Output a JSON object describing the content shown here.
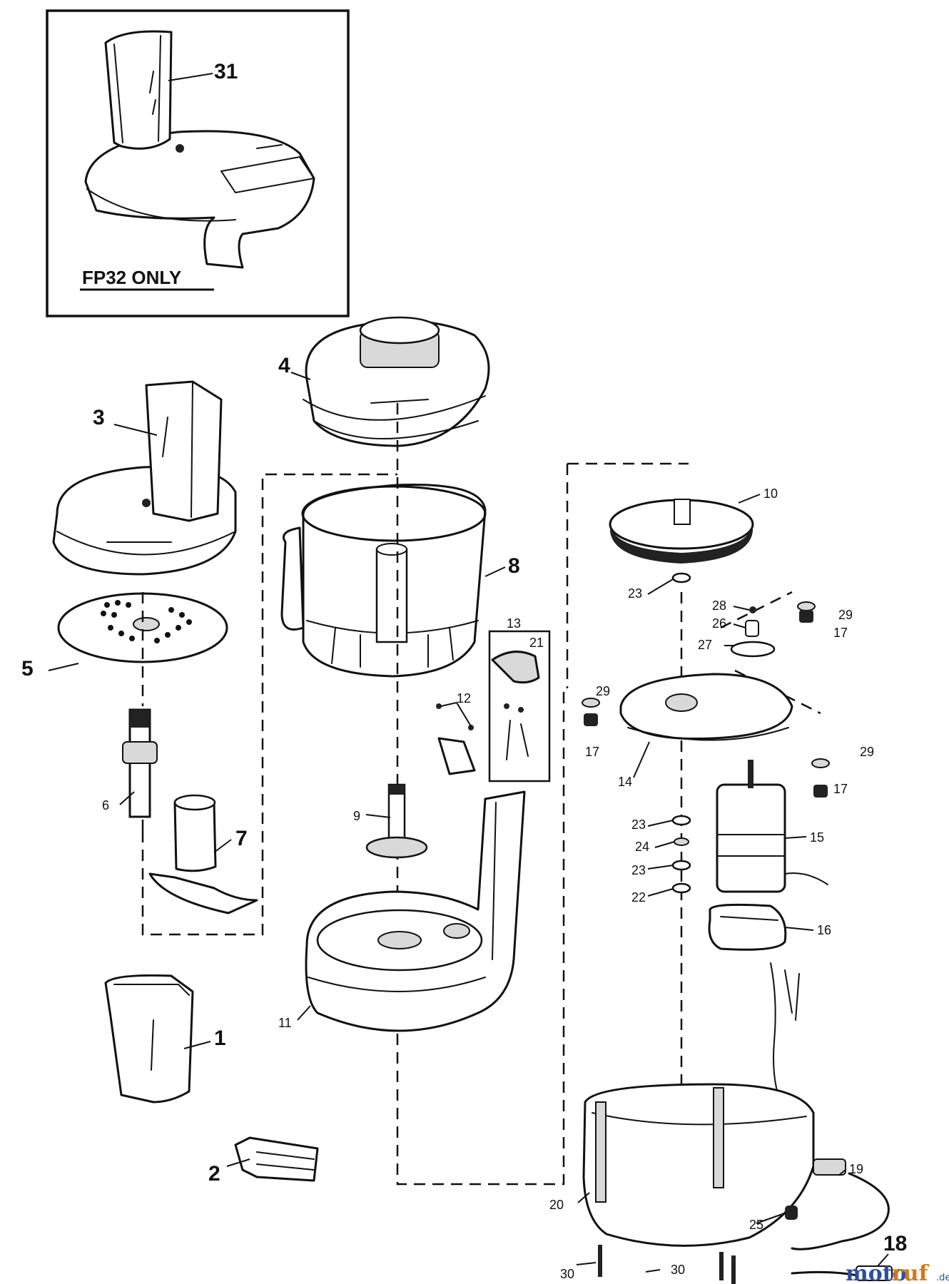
{
  "inset": {
    "label": "FP32 ONLY"
  },
  "callouts": {
    "c31": "31",
    "c4": "4",
    "c3": "3",
    "c8": "8",
    "c5": "5",
    "c6": "6",
    "c7": "7",
    "c1": "1",
    "c2": "2",
    "c9": "9",
    "c10": "10",
    "c11": "11",
    "c12": "12",
    "c13": "13",
    "c14": "14",
    "c15": "15",
    "c16": "16",
    "c17a": "17",
    "c17b": "17",
    "c17c": "17",
    "c18": "18",
    "c19": "19",
    "c20": "20",
    "c21": "21",
    "c22": "22",
    "c23a": "23",
    "c23b": "23",
    "c23c": "23",
    "c24": "24",
    "c25": "25",
    "c26": "26",
    "c27": "27",
    "c28": "28",
    "c29a": "29",
    "c29b": "29",
    "c29c": "29",
    "c30a": "30",
    "c30b": "30"
  },
  "watermark": {
    "part1": "moto",
    "part2": "ruf",
    "suffix": ".de"
  }
}
